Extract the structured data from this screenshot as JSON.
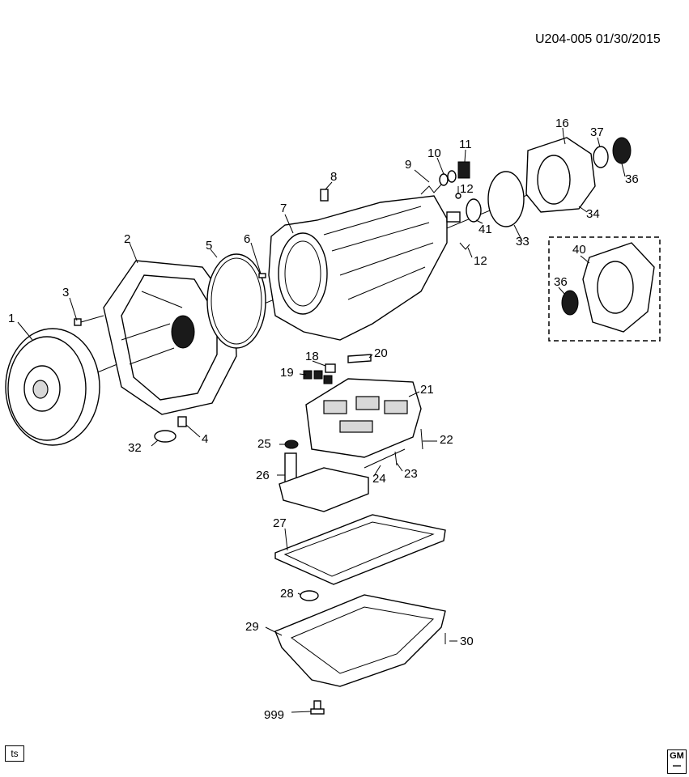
{
  "header": {
    "diagram_code": "U204-005  01/30/2015"
  },
  "footer": {
    "stamp_text": "ts",
    "logo_text": "GM"
  },
  "callouts": [
    "1",
    "2",
    "3",
    "4",
    "5",
    "6",
    "7",
    "8",
    "9",
    "10",
    "11",
    "12",
    "16",
    "18",
    "19",
    "20",
    "21",
    "22",
    "23",
    "24",
    "25",
    "26",
    "27",
    "28",
    "29",
    "30",
    "32",
    "33",
    "34",
    "36",
    "37",
    "40",
    "41",
    "999"
  ],
  "colors": {
    "line": "#000000",
    "background": "#ffffff",
    "fill_dark": "#1a1a1a",
    "fill_grey": "#d8d8d8"
  }
}
